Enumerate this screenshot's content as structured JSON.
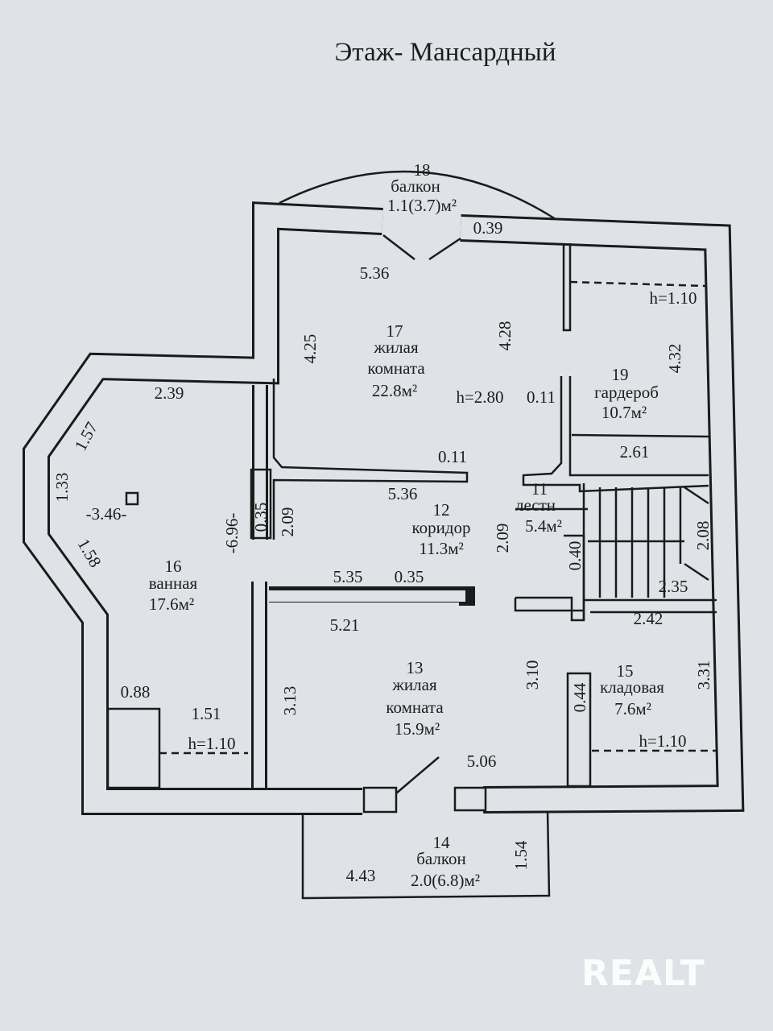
{
  "title": "Этаж- Мансардный",
  "rooms": {
    "r18": {
      "num": "18",
      "name": "балкон",
      "area": "1.1(3.7)м²"
    },
    "r17": {
      "num": "17",
      "name1": "жилая",
      "name2": "комната",
      "area": "22.8м²",
      "height": "h=2.80"
    },
    "r19": {
      "num": "19",
      "name": "гардероб",
      "area": "10.7м²"
    },
    "r11": {
      "num": "11",
      "name": "лестн",
      "area": "5.4м²"
    },
    "r12": {
      "num": "12",
      "name": "коридор",
      "area": "11.3м²"
    },
    "r16": {
      "num": "16",
      "name": "ванная",
      "area": "17.6м²",
      "level": "-3.46-"
    },
    "r13": {
      "num": "13",
      "name1": "жилая",
      "name2": "комната",
      "area": "15.9м²"
    },
    "r15": {
      "num": "15",
      "name": "кладовая",
      "area": "7.6м²"
    },
    "r14": {
      "num": "14",
      "name": "балкон",
      "area": "2.0(6.8)м²"
    }
  },
  "dims": {
    "d039": "0.39",
    "d536a": "5.36",
    "h110a": "h=1.10",
    "d425": "4.25",
    "d428": "4.28",
    "d432": "4.32",
    "d239": "2.39",
    "d011a": "0.11",
    "d261": "2.61",
    "d157": "1.57",
    "d011b": "0.11",
    "d133": "1.33",
    "d536b": "5.36",
    "d035a": "0.35",
    "d209a": "2.09",
    "d696": "-6.96-",
    "d209b": "2.09",
    "d208": "2.08",
    "d040": "0.40",
    "d158": "1.58",
    "d535": "5.35",
    "d035b": "0.35",
    "d235": "2.35",
    "d521": "5.21",
    "d242": "2.42",
    "d310": "3.10",
    "d331": "3.31",
    "d044": "0.44",
    "d088": "0.88",
    "d313": "3.13",
    "d151": "1.51",
    "h110b": "h=1.10",
    "h110c": "h=1.10",
    "d506": "5.06",
    "d154": "1.54",
    "d443": "4.43"
  },
  "watermark": "REALT"
}
